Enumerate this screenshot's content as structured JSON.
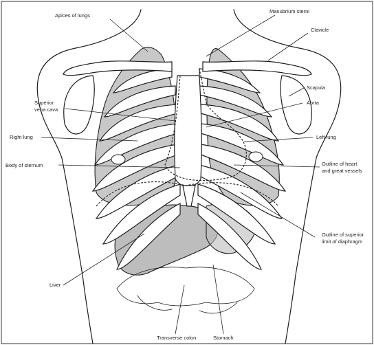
{
  "labels": {
    "apices_of_lungs": "Apices of lungs",
    "manubrium_sterni": "Manubrium sterni",
    "clavicle": "Clavicle",
    "scapula": "Scapula",
    "superior_vena_cava_1": "Superior",
    "superior_vena_cava_2": "vena cava",
    "aorta": "Aorta",
    "right_lung": "Right lung",
    "left_lung": "Left lung",
    "body_of_sternum": "Body of sternum",
    "outline_heart_1": "Outline of heart",
    "outline_heart_2": "and great vessels",
    "outline_diaphragm_1": "Outline of superior",
    "outline_diaphragm_2": "limit of diaphragm",
    "liver": "Liver",
    "transverse_colon": "Transverse colon",
    "stomach": "Stomach"
  },
  "colors": {
    "ink": "#1d1d1d",
    "lung_fill": "#c8c8c8",
    "organ_fill": "#bdbdbd",
    "background": "#ffffff"
  }
}
